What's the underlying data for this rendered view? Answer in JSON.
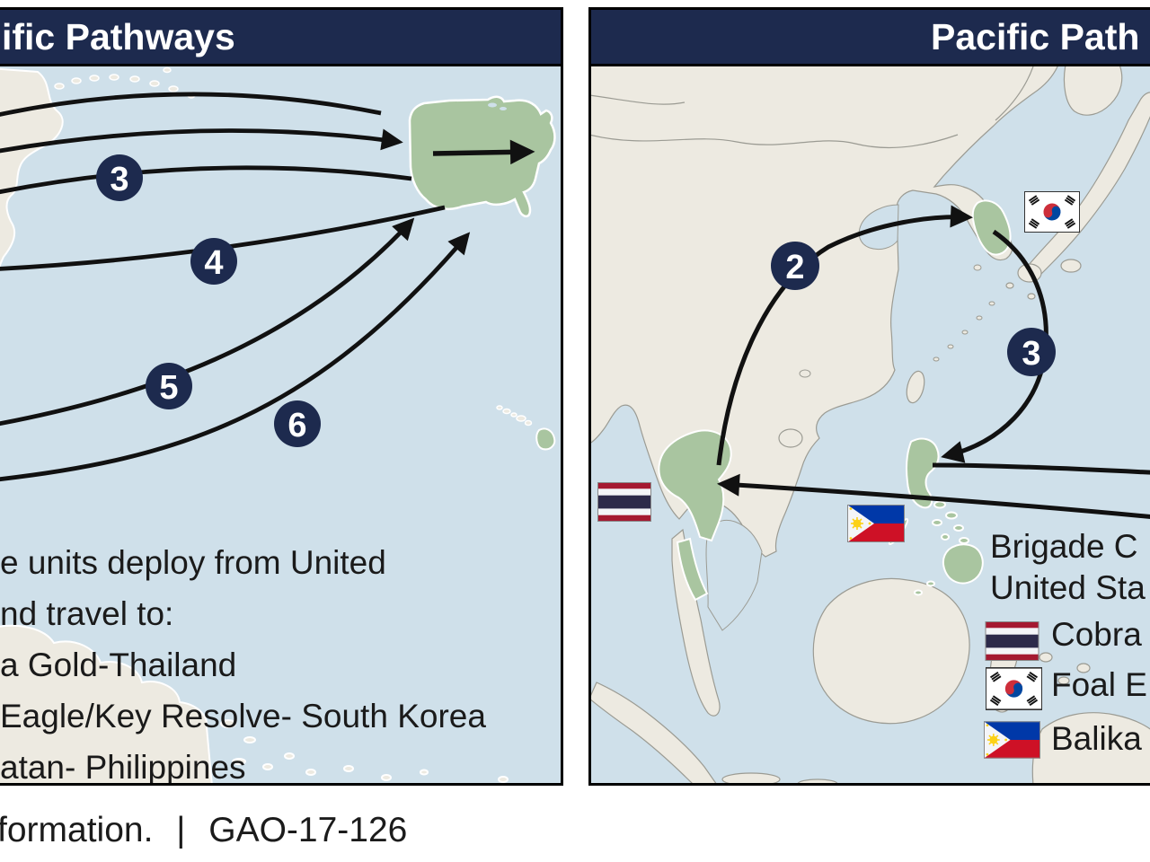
{
  "left_panel": {
    "title": "ific Pathways",
    "route_markers": [
      "3",
      "4",
      "5",
      "6"
    ],
    "note_lines": [
      "e units deploy from United",
      "nd travel to:",
      "a Gold-Thailand",
      "Eagle/Key Resolve- South Korea",
      "atan- Philippines"
    ]
  },
  "right_panel": {
    "title": "Pacific Path",
    "route_markers": [
      "2",
      "3"
    ],
    "legend": {
      "line1": "Brigade C",
      "line2": "United Sta",
      "items": [
        {
          "icon": "thailand-flag",
          "label": "Cobra"
        },
        {
          "icon": "south-korea-flag",
          "label": "Foal E"
        },
        {
          "icon": "philippines-flag",
          "label": "Balika"
        }
      ]
    }
  },
  "caption": {
    "prefix": "formation.",
    "separator": "|",
    "report_number": "GAO-17-126"
  },
  "colors": {
    "header_navy": "#1d2a4e",
    "ocean_blue": "#cfe0ea",
    "land_beige": "#edeae1",
    "land_border_gray": "#9b9b93",
    "highlight_green": "#a9c5a0",
    "arrow_black": "#111111",
    "thai_red": "#a51931",
    "thai_navy": "#2d2a4a",
    "korea_red": "#cd2e3a",
    "korea_blue": "#0047a0",
    "philippines_blue": "#0038a8",
    "philippines_red": "#ce1126",
    "philippines_yellow": "#fcd116"
  }
}
